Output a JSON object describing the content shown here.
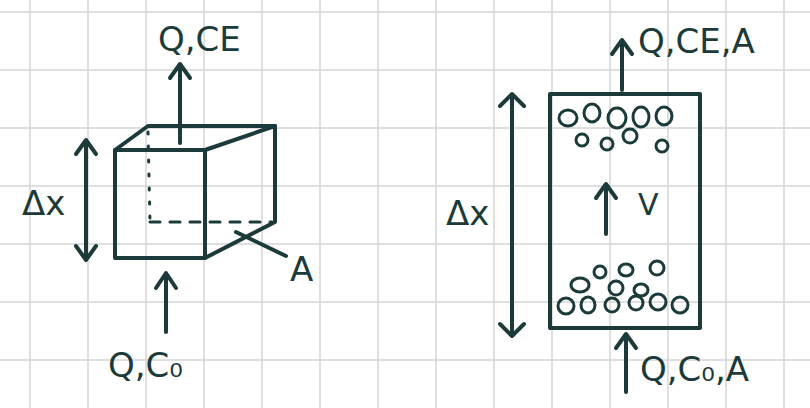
{
  "diagram": {
    "nodes": [
      {
        "text": [
          "V"
        ]
      }
    ],
    "labels": [
      "Q,CE",
      "Δx",
      "A",
      "Q,C₀",
      "Q,CE,A",
      "Δx",
      "Q,C₀,A"
    ]
  }
}
